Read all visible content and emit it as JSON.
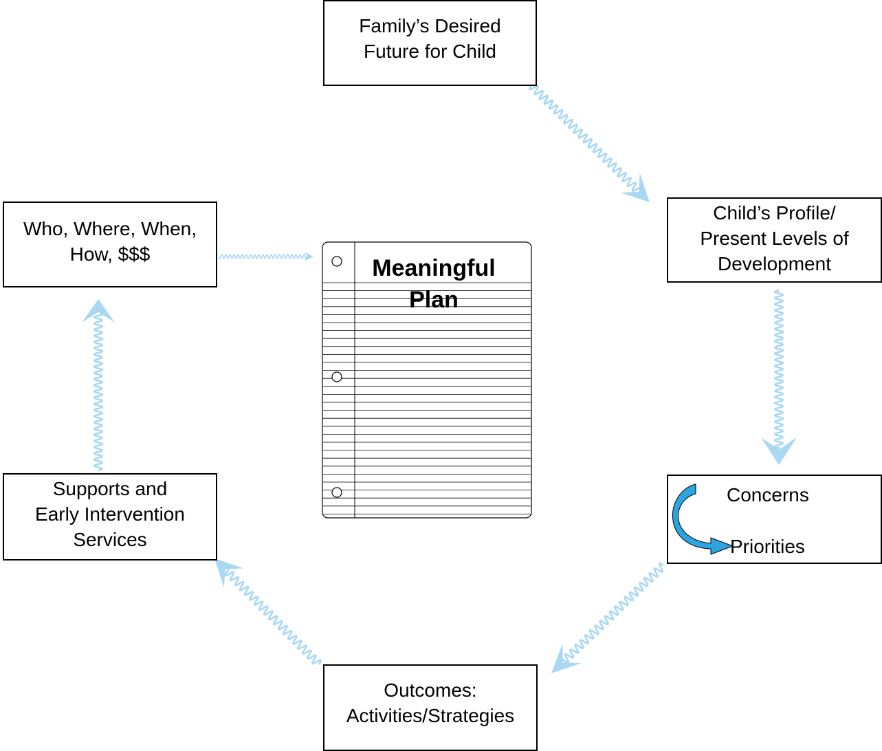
{
  "nodes": {
    "future": {
      "lines": [
        "Family’s Desired",
        "Future for Child"
      ]
    },
    "profile": {
      "lines": [
        "Child’s Profile/",
        "Present Levels of",
        "Development"
      ]
    },
    "concerns": {
      "concerns": "Concerns",
      "priorities": "Priorities"
    },
    "outcomes": {
      "lines": [
        "Outcomes:",
        "Activities/Strategies"
      ]
    },
    "supports": {
      "lines": [
        "Supports and",
        "Early Intervention",
        "Services"
      ]
    },
    "who": {
      "lines": [
        "Who, Where, When,",
        "How, $$$"
      ]
    }
  },
  "center": {
    "title_lines": [
      "Meaningful",
      "Plan"
    ]
  },
  "colors": {
    "arrow": "#a9d8f5",
    "curve_arrow": "#2ba4e0",
    "border": "#000000"
  }
}
